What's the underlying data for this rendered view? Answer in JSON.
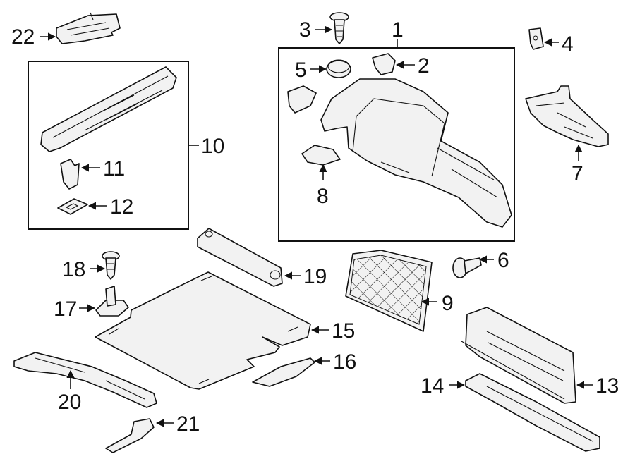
{
  "diagram": {
    "callouts": [
      "1",
      "2",
      "3",
      "4",
      "5",
      "6",
      "7",
      "8",
      "9",
      "10",
      "11",
      "12",
      "13",
      "14",
      "15",
      "16",
      "17",
      "18",
      "19",
      "20",
      "21",
      "22"
    ]
  }
}
